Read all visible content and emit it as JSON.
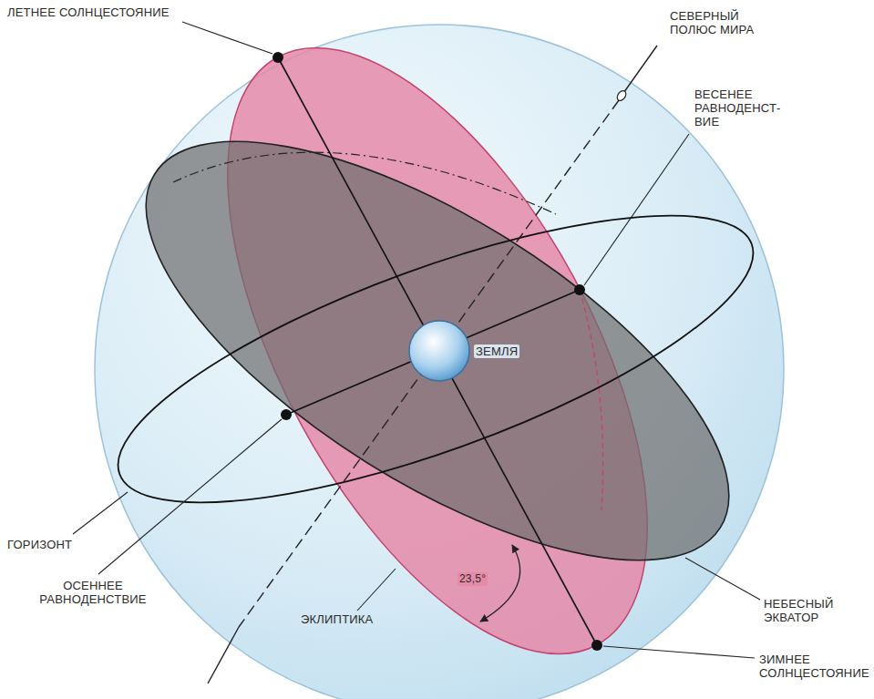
{
  "diagram": {
    "labels": [
      "ЛЕТНЕЕ СОЛНЦЕСТОЯНИЕ",
      "СЕВЕРНЫЙ ПОЛЮС МИРА",
      "ВЕСЕНЕЕ РАВНОДЕНСТ- ВИЕ",
      "ЗЕМЛЯ",
      "ГОРИЗОНТ",
      "ОСЕННЕЕ РАВНОДЕНСТВИЕ",
      "ЭКЛИПТИКА",
      "23,5°",
      "НЕБЕСНЫЙ ЭКВАТОР",
      "ЗИМНЕЕ СОЛНЦЕСТОЯНИЕ"
    ]
  }
}
